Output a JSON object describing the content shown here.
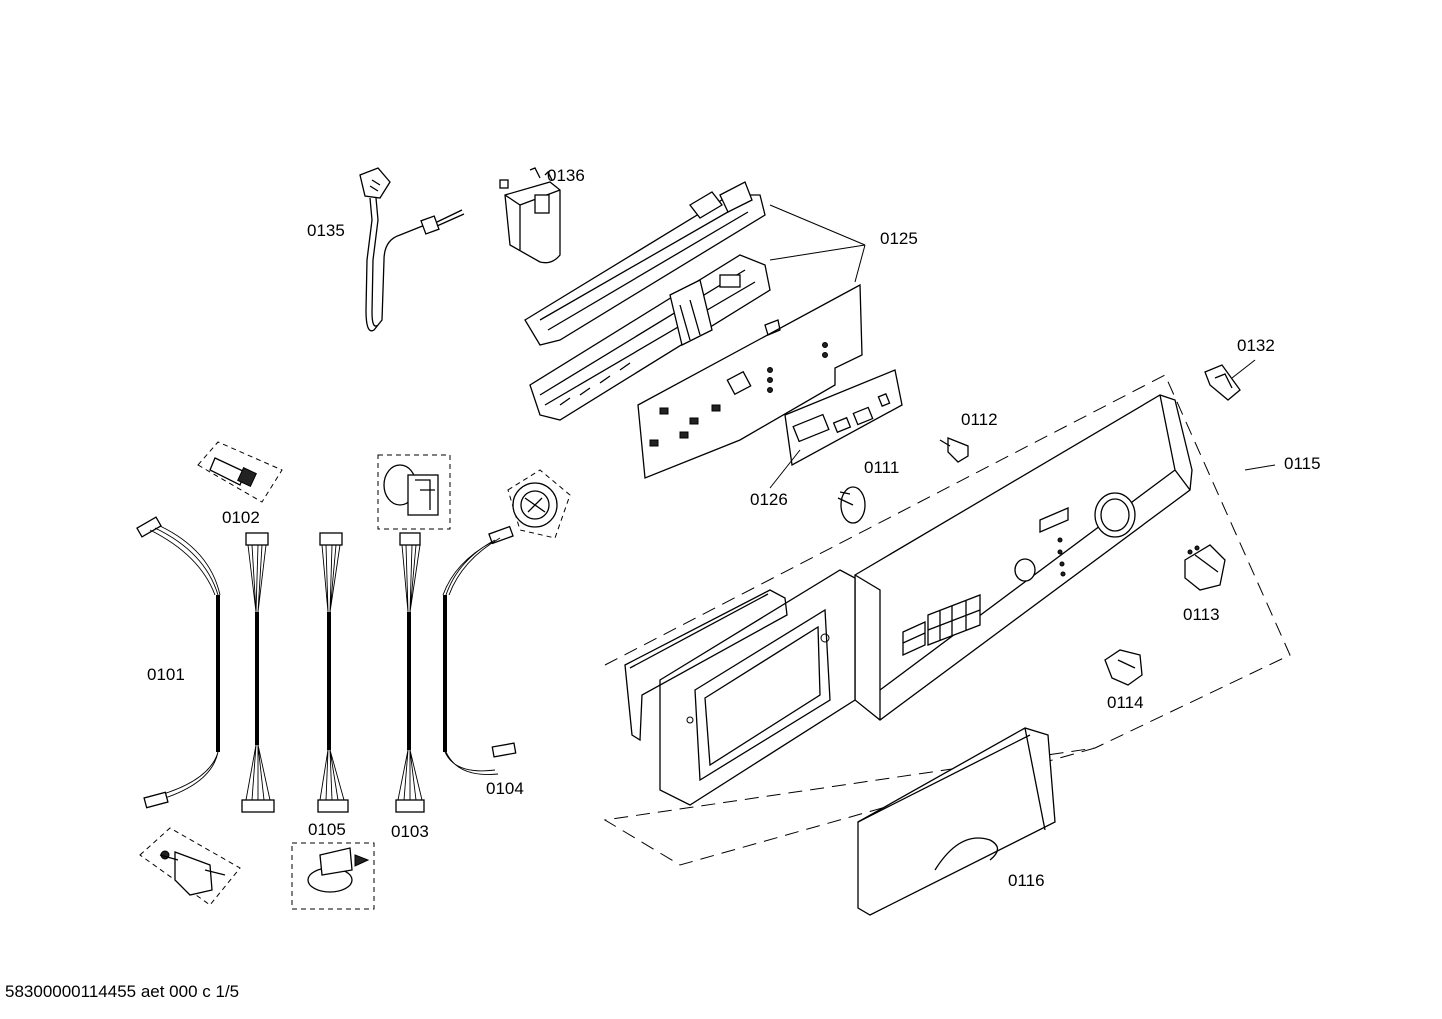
{
  "part_labels": {
    "p0101": "0101",
    "p0102": "0102",
    "p0103": "0103",
    "p0104": "0104",
    "p0105": "0105",
    "p0111": "0111",
    "p0112": "0112",
    "p0113": "0113",
    "p0114": "0114",
    "p0115": "0115",
    "p0116": "0116",
    "p0125": "0125",
    "p0126": "0126",
    "p0132": "0132",
    "p0135": "0135",
    "p0136": "0136"
  },
  "footer_text": "58300000114455 aet 000 c 1/5"
}
